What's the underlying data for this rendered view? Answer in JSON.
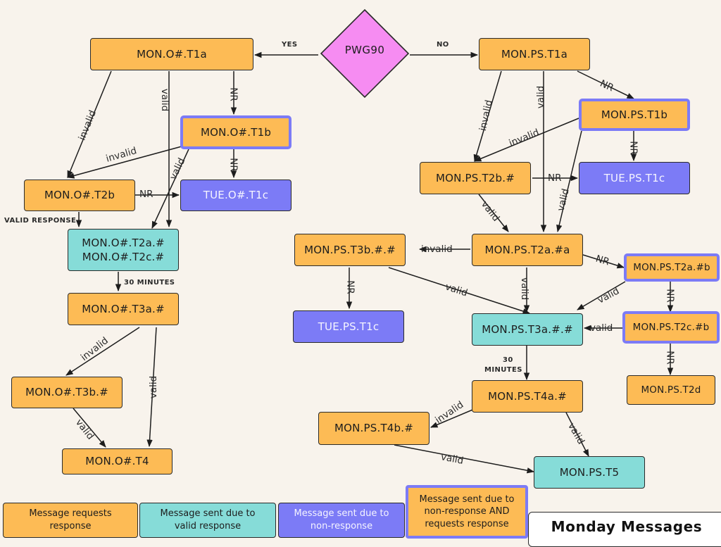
{
  "decision": "PWG90",
  "edge_labels": {
    "yes": "YES",
    "no": "NO",
    "nr": "NR",
    "valid": "valid",
    "invalid": "invalid",
    "valid_response": "VALID RESPONSE",
    "thirty_minutes": "30 MINUTES",
    "thirty": "30",
    "minutes": "MINUTES"
  },
  "nodes": {
    "mon_o_t1a": "MON.O#.T1a",
    "mon_o_t1b": "MON.O#.T1b",
    "mon_o_t2b": "MON.O#.T2b",
    "tue_o_t1c": "TUE.O#.T1c",
    "mon_o_t2a_t2c": "MON.O#.T2a.#\nMON.O#.T2c.#",
    "mon_o_t3a": "MON.O#.T3a.#",
    "mon_o_t3b": "MON.O#.T3b.#",
    "mon_o_t4": "MON.O#.T4",
    "mon_ps_t1a": "MON.PS.T1a",
    "mon_ps_t1b": "MON.PS.T1b",
    "mon_ps_t2b": "MON.PS.T2b.#",
    "tue_ps_t1c_a": "TUE.PS.T1c",
    "mon_ps_t2a": "MON.PS.T2a.#a",
    "mon_ps_t3b": "MON.PS.T3b.#.#",
    "tue_ps_t1c_b": "TUE.PS.T1c",
    "mon_ps_t2a_b": "MON.PS.T2a.#b",
    "mon_ps_t3a": "MON.PS.T3a.#.#",
    "mon_ps_t2c_b": "MON.PS.T2c.#b",
    "mon_ps_t2d": "MON.PS.T2d",
    "mon_ps_t4a": "MON.PS.T4a.#",
    "mon_ps_t4b": "MON.PS.T4b.#",
    "mon_ps_t5": "MON.PS.T5"
  },
  "legend": {
    "requests_response": "Message requests\nresponse",
    "valid_response": "Message sent due to\nvalid response",
    "non_response": "Message sent due to\nnon-response",
    "non_response_and_requests": "Message sent due to\nnon-response AND\nrequests response"
  },
  "colors": {
    "orange": "#fdbb55",
    "teal": "#86dcd8",
    "blue": "#7c7bf6",
    "pink": "#f68cf2",
    "background": "#f8f3ec"
  },
  "title": "Monday Messages"
}
